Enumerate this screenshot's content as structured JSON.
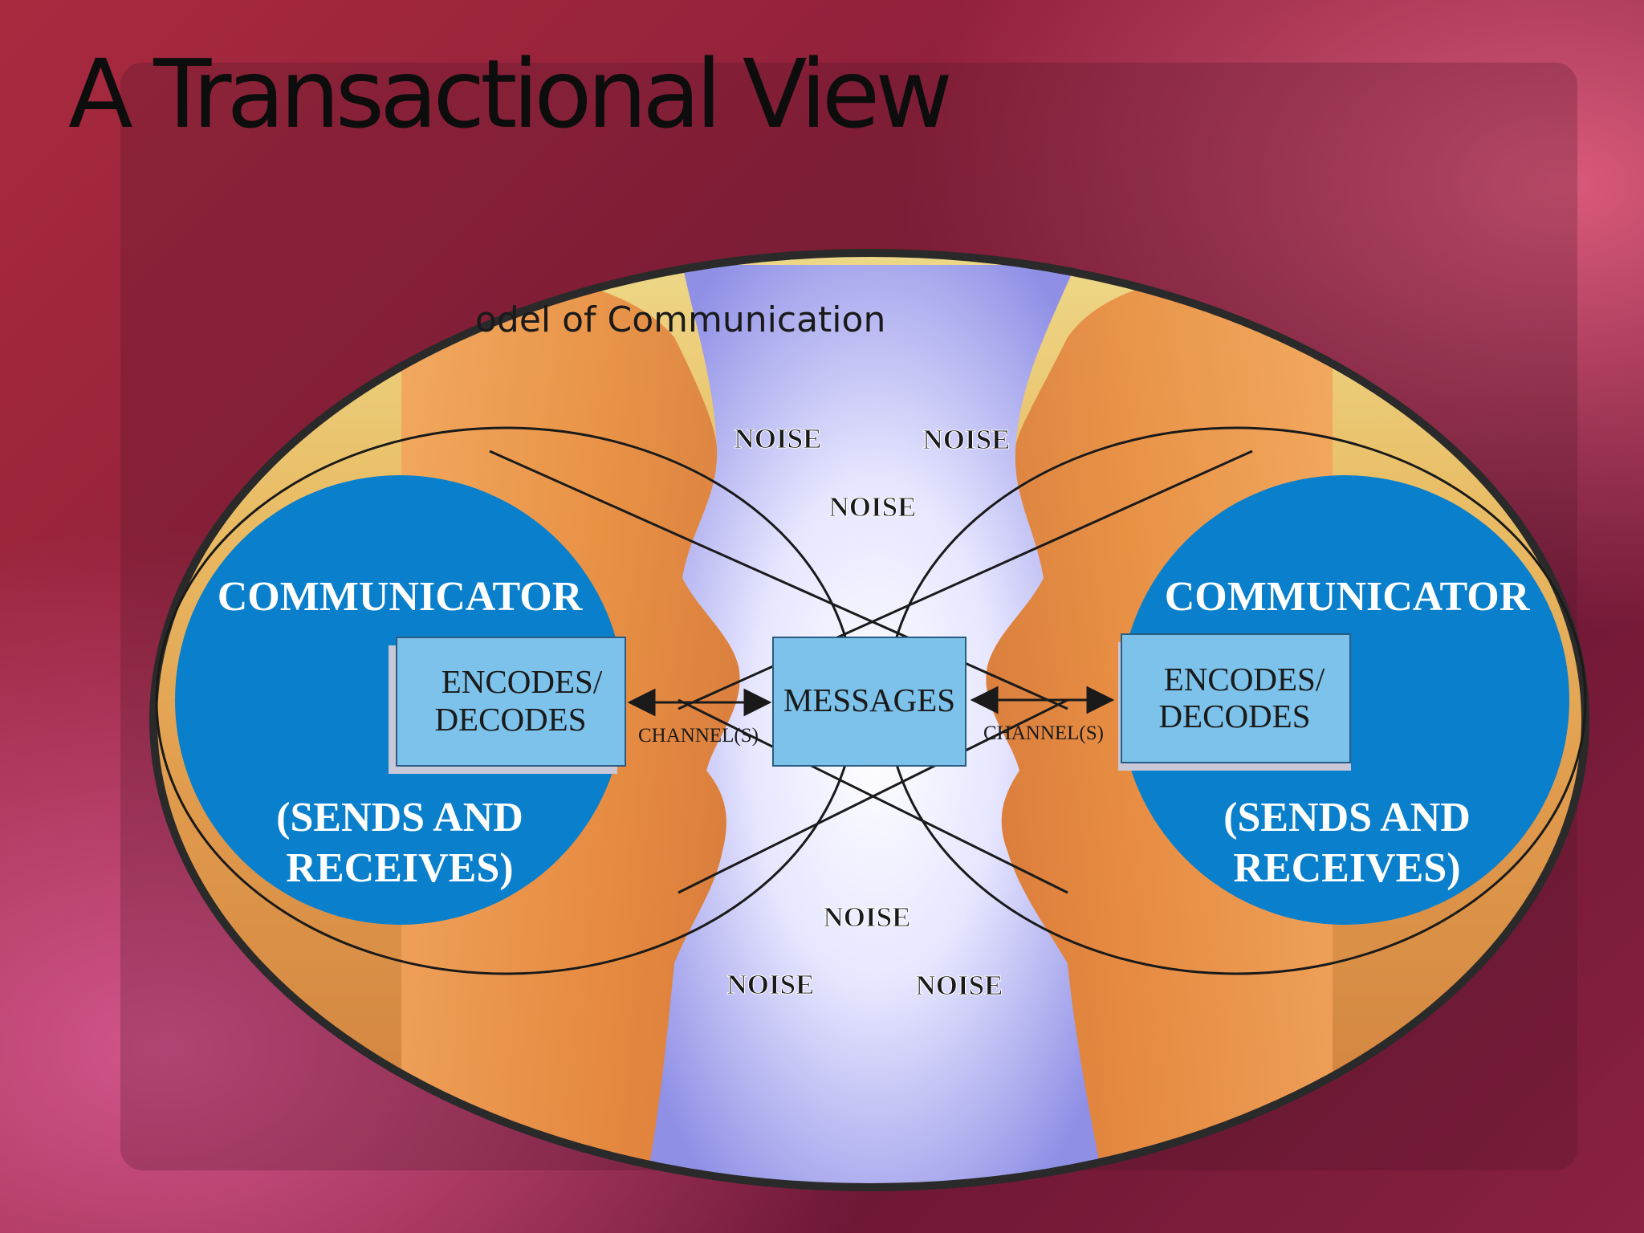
{
  "slide": {
    "title": "A Transactional View",
    "subtitle": "odel of Communication"
  },
  "diagram": {
    "noise_label": "NOISE",
    "left_communicator": {
      "title": "COMMUNICATOR",
      "box": [
        "ENCODES/",
        "DECODES"
      ],
      "role": [
        "(SENDS AND",
        "RECEIVES)"
      ]
    },
    "right_communicator": {
      "title": "COMMUNICATOR",
      "box": [
        "ENCODES/",
        "DECODES"
      ],
      "role": [
        "(SENDS AND",
        "RECEIVES)"
      ]
    },
    "messages_label": "MESSAGES",
    "channel_label": "CHANNEL(S)"
  },
  "colors": {
    "communicator_circle": "#0a7fcb",
    "box_fill": "#7cc2ea",
    "noise_band": "#a8a8f0"
  }
}
